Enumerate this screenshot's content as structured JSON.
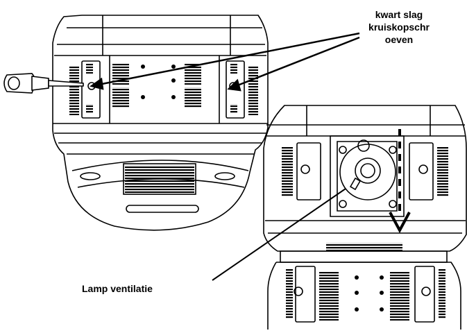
{
  "labels": {
    "screws_line1": "kwart slag",
    "screws_line2": "kruiskopschr",
    "screws_line3": "oeven",
    "lamp_vent": "Lamp ventilatie"
  },
  "colors": {
    "line": "#000000",
    "background": "#ffffff"
  }
}
